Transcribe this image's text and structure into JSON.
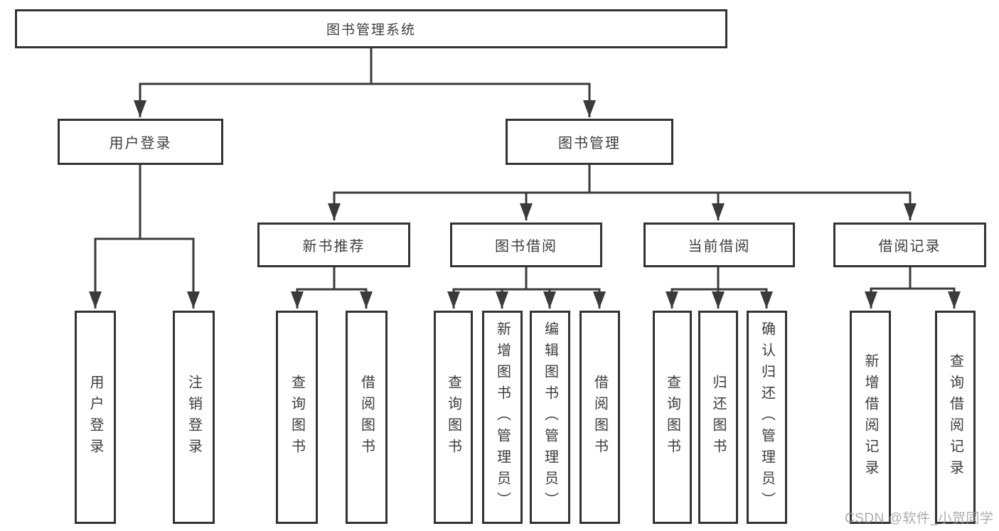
{
  "diagram": {
    "root": {
      "label": "图书管理系统"
    },
    "level2": [
      {
        "label": "用户登录"
      },
      {
        "label": "图书管理"
      }
    ],
    "level3": [
      {
        "label": "新书推荐"
      },
      {
        "label": "图书借阅"
      },
      {
        "label": "当前借阅"
      },
      {
        "label": "借阅记录"
      }
    ],
    "leaves": {
      "user_login": [
        {
          "label": "用户登录"
        },
        {
          "label": "注销登录"
        }
      ],
      "new_book_recommend": [
        {
          "label": "查询图书"
        },
        {
          "label": "借阅图书"
        }
      ],
      "book_borrow": [
        {
          "label": "查询图书"
        },
        {
          "label": "新增图书（管理员）"
        },
        {
          "label": "编辑图书（管理员）"
        },
        {
          "label": "借阅图书"
        }
      ],
      "current_borrow": [
        {
          "label": "查询图书"
        },
        {
          "label": "归还图书"
        },
        {
          "label": "确认归还（管理员）"
        }
      ],
      "borrow_record": [
        {
          "label": "新增借阅记录"
        },
        {
          "label": "查询借阅记录"
        }
      ]
    }
  },
  "watermark": {
    "text": "CSDN @软件_小贺同学"
  },
  "colors": {
    "line": "#3a3a3a",
    "box_border": "#333333",
    "text": "#3d3d3d",
    "background": "#ffffff",
    "watermark": "#9d9d9d"
  }
}
